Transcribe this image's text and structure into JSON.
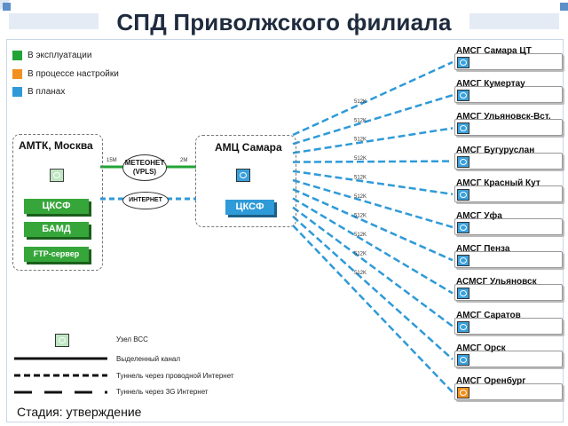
{
  "title": "СПД Приволжского филиала",
  "legend_status": [
    {
      "label": "В эксплуатации",
      "color": "#22a336"
    },
    {
      "label": "В процессе настройки",
      "color": "#f0901e"
    },
    {
      "label": "В планах",
      "color": "#2f9ad8"
    }
  ],
  "amtk": {
    "title": "АМТК, Москва",
    "blocks": [
      "ЦКСФ",
      "БАМД",
      "FTP-сервер"
    ]
  },
  "amc": {
    "title": "АМЦ Самара",
    "block": "ЦКСФ"
  },
  "clouds": {
    "meteonet_line1": "МЕТЕОНЕТ",
    "meteonet_line2": "(VPLS)",
    "internet": "ИНТЕРНЕТ"
  },
  "link_speeds": {
    "left": "15M",
    "right": "2M"
  },
  "branch_speed": "512K",
  "nodes": [
    {
      "label": "АМСГ Самара ЦТ",
      "status": "planned"
    },
    {
      "label": "АМСГ Кумертау",
      "status": "planned"
    },
    {
      "label": "АМСГ Ульяновск-Вст.",
      "status": "planned"
    },
    {
      "label": "АМСГ Бугуруслан",
      "status": "planned"
    },
    {
      "label": "АМСГ Красный Кут",
      "status": "planned"
    },
    {
      "label": "АМСГ Уфа",
      "status": "planned"
    },
    {
      "label": "АМСГ Пенза",
      "status": "planned"
    },
    {
      "label": "АСМСГ Ульяновск",
      "status": "planned"
    },
    {
      "label": "АМСГ Саратов",
      "status": "planned"
    },
    {
      "label": "АМСГ Орск",
      "status": "planned"
    },
    {
      "label": "АМСГ Оренбург",
      "status": "setup"
    }
  ],
  "legend_lines": [
    {
      "label": "Узел ВСС",
      "kind": "icon"
    },
    {
      "label": "Выделенный канал",
      "kind": "solid"
    },
    {
      "label": "Туннель через проводной Интернет",
      "kind": "dashed"
    },
    {
      "label": "Туннель через 3G Интернет",
      "kind": "longdash"
    }
  ],
  "stage": "Стадия: утверждение"
}
